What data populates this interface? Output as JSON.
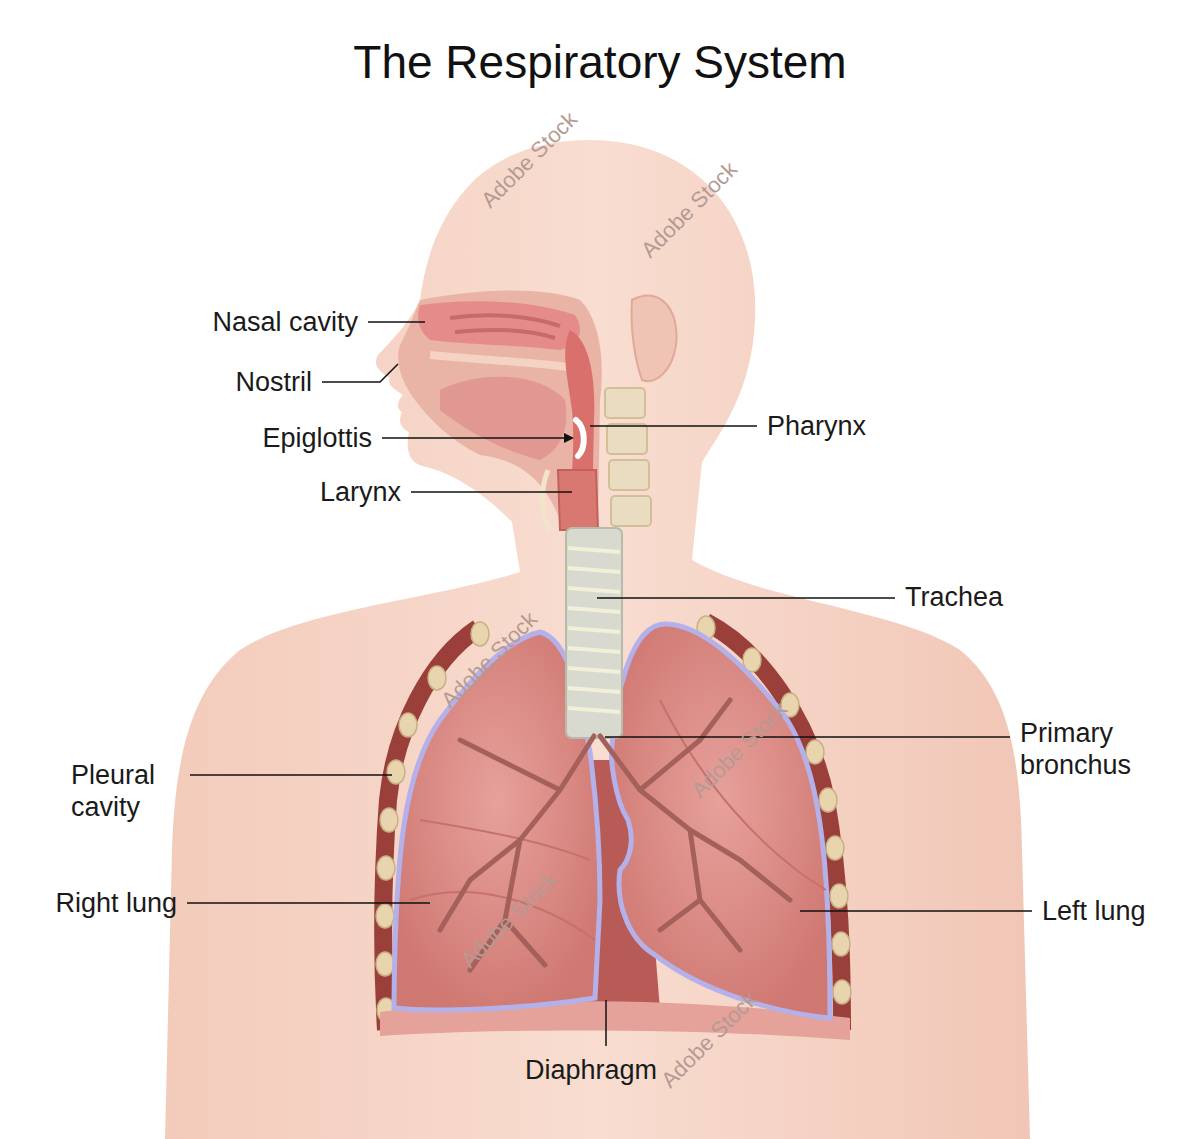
{
  "diagram": {
    "title": "The Respiratory System",
    "labels": [
      "Nasal cavity",
      "Nostril",
      "Epiglottis",
      "Larynx",
      "Pharynx",
      "Trachea",
      "Primary bronchus",
      "Pleural cavity",
      "Right lung",
      "Left lung",
      "Diaphragm",
      "Adobe Stock",
      "Adobe Stock",
      "Adobe Stock",
      "Adobe Stock",
      "Adobe Stock",
      "Adobe Stock"
    ]
  }
}
